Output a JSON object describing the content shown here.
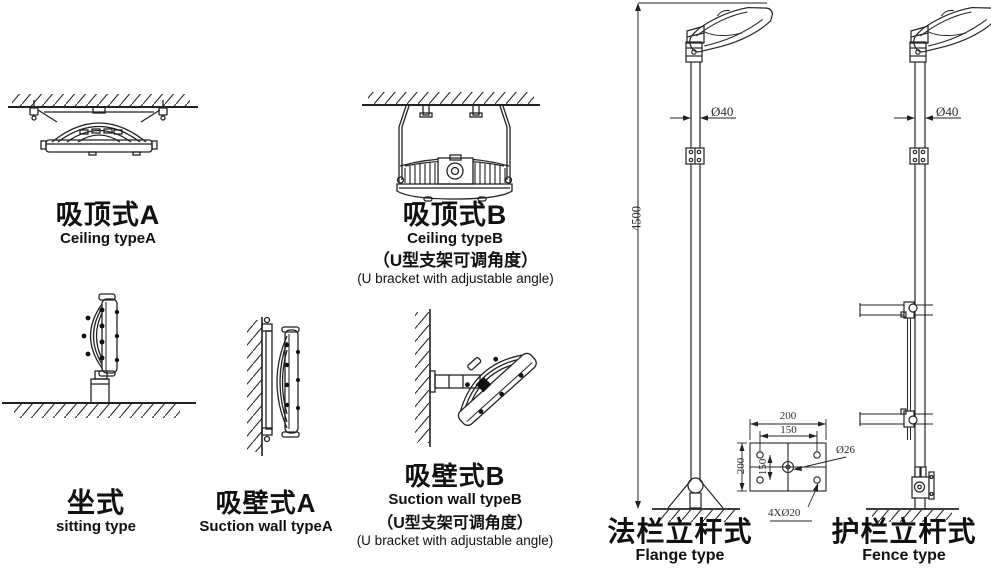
{
  "page": {
    "background": "#ffffff",
    "line_color": "#222222",
    "dim_color": "#2b2b2b"
  },
  "labels": {
    "ceiling_a": {
      "zh": "吸顶式A",
      "en": "Ceiling typeA"
    },
    "ceiling_b": {
      "zh": "吸顶式B",
      "en": "Ceiling typeB",
      "note_zh": "（U型支架可调角度）",
      "note_en": "(U bracket with adjustable angle)"
    },
    "sitting": {
      "zh": "坐式",
      "en": "sitting type"
    },
    "wall_a": {
      "zh": "吸壁式A",
      "en": "Suction wall typeA"
    },
    "wall_b": {
      "zh": "吸壁式B",
      "en": "Suction wall typeB",
      "note_zh": "（U型支架可调角度）",
      "note_en": "(U bracket with adjustable angle)"
    },
    "flange": {
      "zh": "法栏立杆式",
      "en": "Flange type"
    },
    "fence": {
      "zh": "护栏立杆式",
      "en": "Fence type"
    }
  },
  "dimensions": {
    "pole_height": "4500",
    "pole_diameter": "Ø40",
    "flange_width": "200",
    "hole_spacing": "150",
    "center_hole": "Ø26",
    "bolt_holes": "4XØ20"
  }
}
